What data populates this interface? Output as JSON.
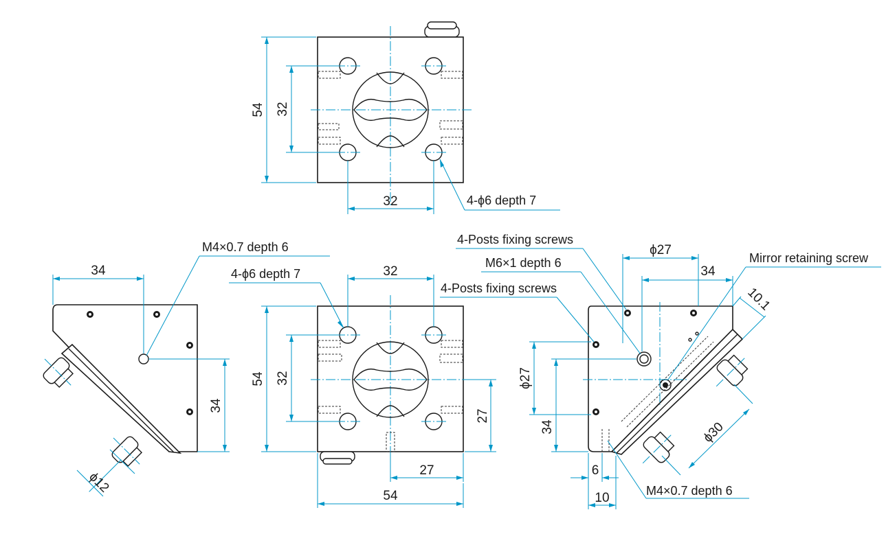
{
  "top_view": {
    "dim_height": "54",
    "dim_hole_pitch_v": "32",
    "dim_hole_pitch_h": "32",
    "label_holes": "4-ϕ6 depth 7"
  },
  "left_view": {
    "dim_width": "34",
    "dim_height": "34",
    "dim_knob": "ϕ12",
    "label_tap": "M4×0.7 depth 6"
  },
  "front_view": {
    "label_holes": "4-ϕ6 depth 7",
    "dim_hole_pitch_h": "32",
    "dim_height": "54",
    "dim_hole_pitch_v": "32",
    "dim_right_27": "27",
    "dim_bottom_27": "27",
    "dim_width": "54"
  },
  "right_view": {
    "label_post_screws_1": "4-Posts fixing screws",
    "label_m6": "M6×1 depth 6",
    "label_post_screws_2": "4-Posts fixing screws",
    "dim_phi27_top": "ϕ27",
    "dim_34_top": "34",
    "label_mirror_screw": "Mirror retaining screw",
    "dim_10_1": "10.1",
    "dim_phi27_left": "ϕ27",
    "dim_34_left": "34",
    "dim_phi30": "ϕ30",
    "dim_6": "6",
    "dim_10": "10",
    "label_tap": "M4×0.7 depth 6"
  }
}
